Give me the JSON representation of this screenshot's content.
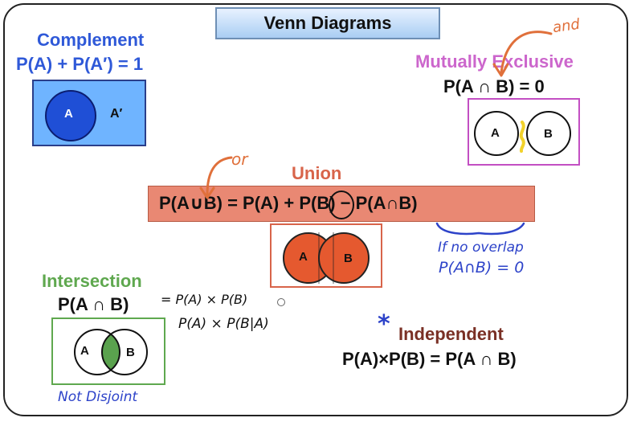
{
  "title": "Venn Diagrams",
  "complement": {
    "heading": "Complement",
    "formula": "P(A) + P(A′) = 1",
    "circle_label": "A",
    "outside_label": "A′"
  },
  "mutually_exclusive": {
    "heading": "Mutually Exclusive",
    "formula": "P(A ∩ B) = 0",
    "circle_a": "A",
    "circle_b": "B",
    "note": "and"
  },
  "union": {
    "heading": "Union",
    "formula": "P(A∪B) = P(A) + P(B) − P(A∩B)",
    "circle_a": "A",
    "circle_b": "B",
    "note_or": "or",
    "note_overlap_1": "If no overlap",
    "note_overlap_2": "P(A∩B) = 0"
  },
  "intersection": {
    "heading": "Intersection",
    "formula": "P(A ∩ B)",
    "hand_line_1": "= P(A) × P(B)",
    "hand_line_2": "P(A) × P(B|A)",
    "circle_a": "A",
    "circle_b": "B",
    "note": "Not Disjoint"
  },
  "independent": {
    "star": "*",
    "heading": "Independent",
    "formula": "P(A)×P(B) = P(A ∩ B)"
  },
  "colors": {
    "complement_heading": "#2f59d8",
    "complement_bg": "#6fb4ff",
    "complement_circle": "#1f4fd6",
    "mutual_heading": "#cc66cc",
    "mutual_border": "#c34fc3",
    "union_heading": "#d8644a",
    "union_bar": "#e98873",
    "union_circle": "#e5592f",
    "intersection_heading": "#5fa84f",
    "intersection_fill": "#5aa24e",
    "independent_heading": "#7a3025",
    "ink_orange": "#e0703b",
    "ink_blue": "#2d43c9",
    "ink_yellow": "#f2d22b"
  }
}
